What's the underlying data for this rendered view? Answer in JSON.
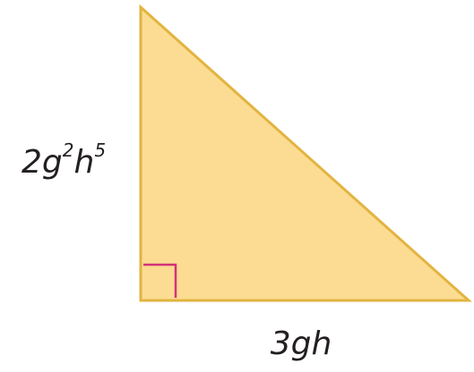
{
  "figure": {
    "side_vertical_label": {
      "coef": "2",
      "var1": "g",
      "exp1": "2",
      "var2": "h",
      "exp2": "5"
    },
    "side_horizontal_label": "3gh",
    "colors": {
      "fill": "#fbdc92",
      "stroke": "#e2b440",
      "right_angle_marker": "#d4317a",
      "text": "#231f20"
    }
  }
}
